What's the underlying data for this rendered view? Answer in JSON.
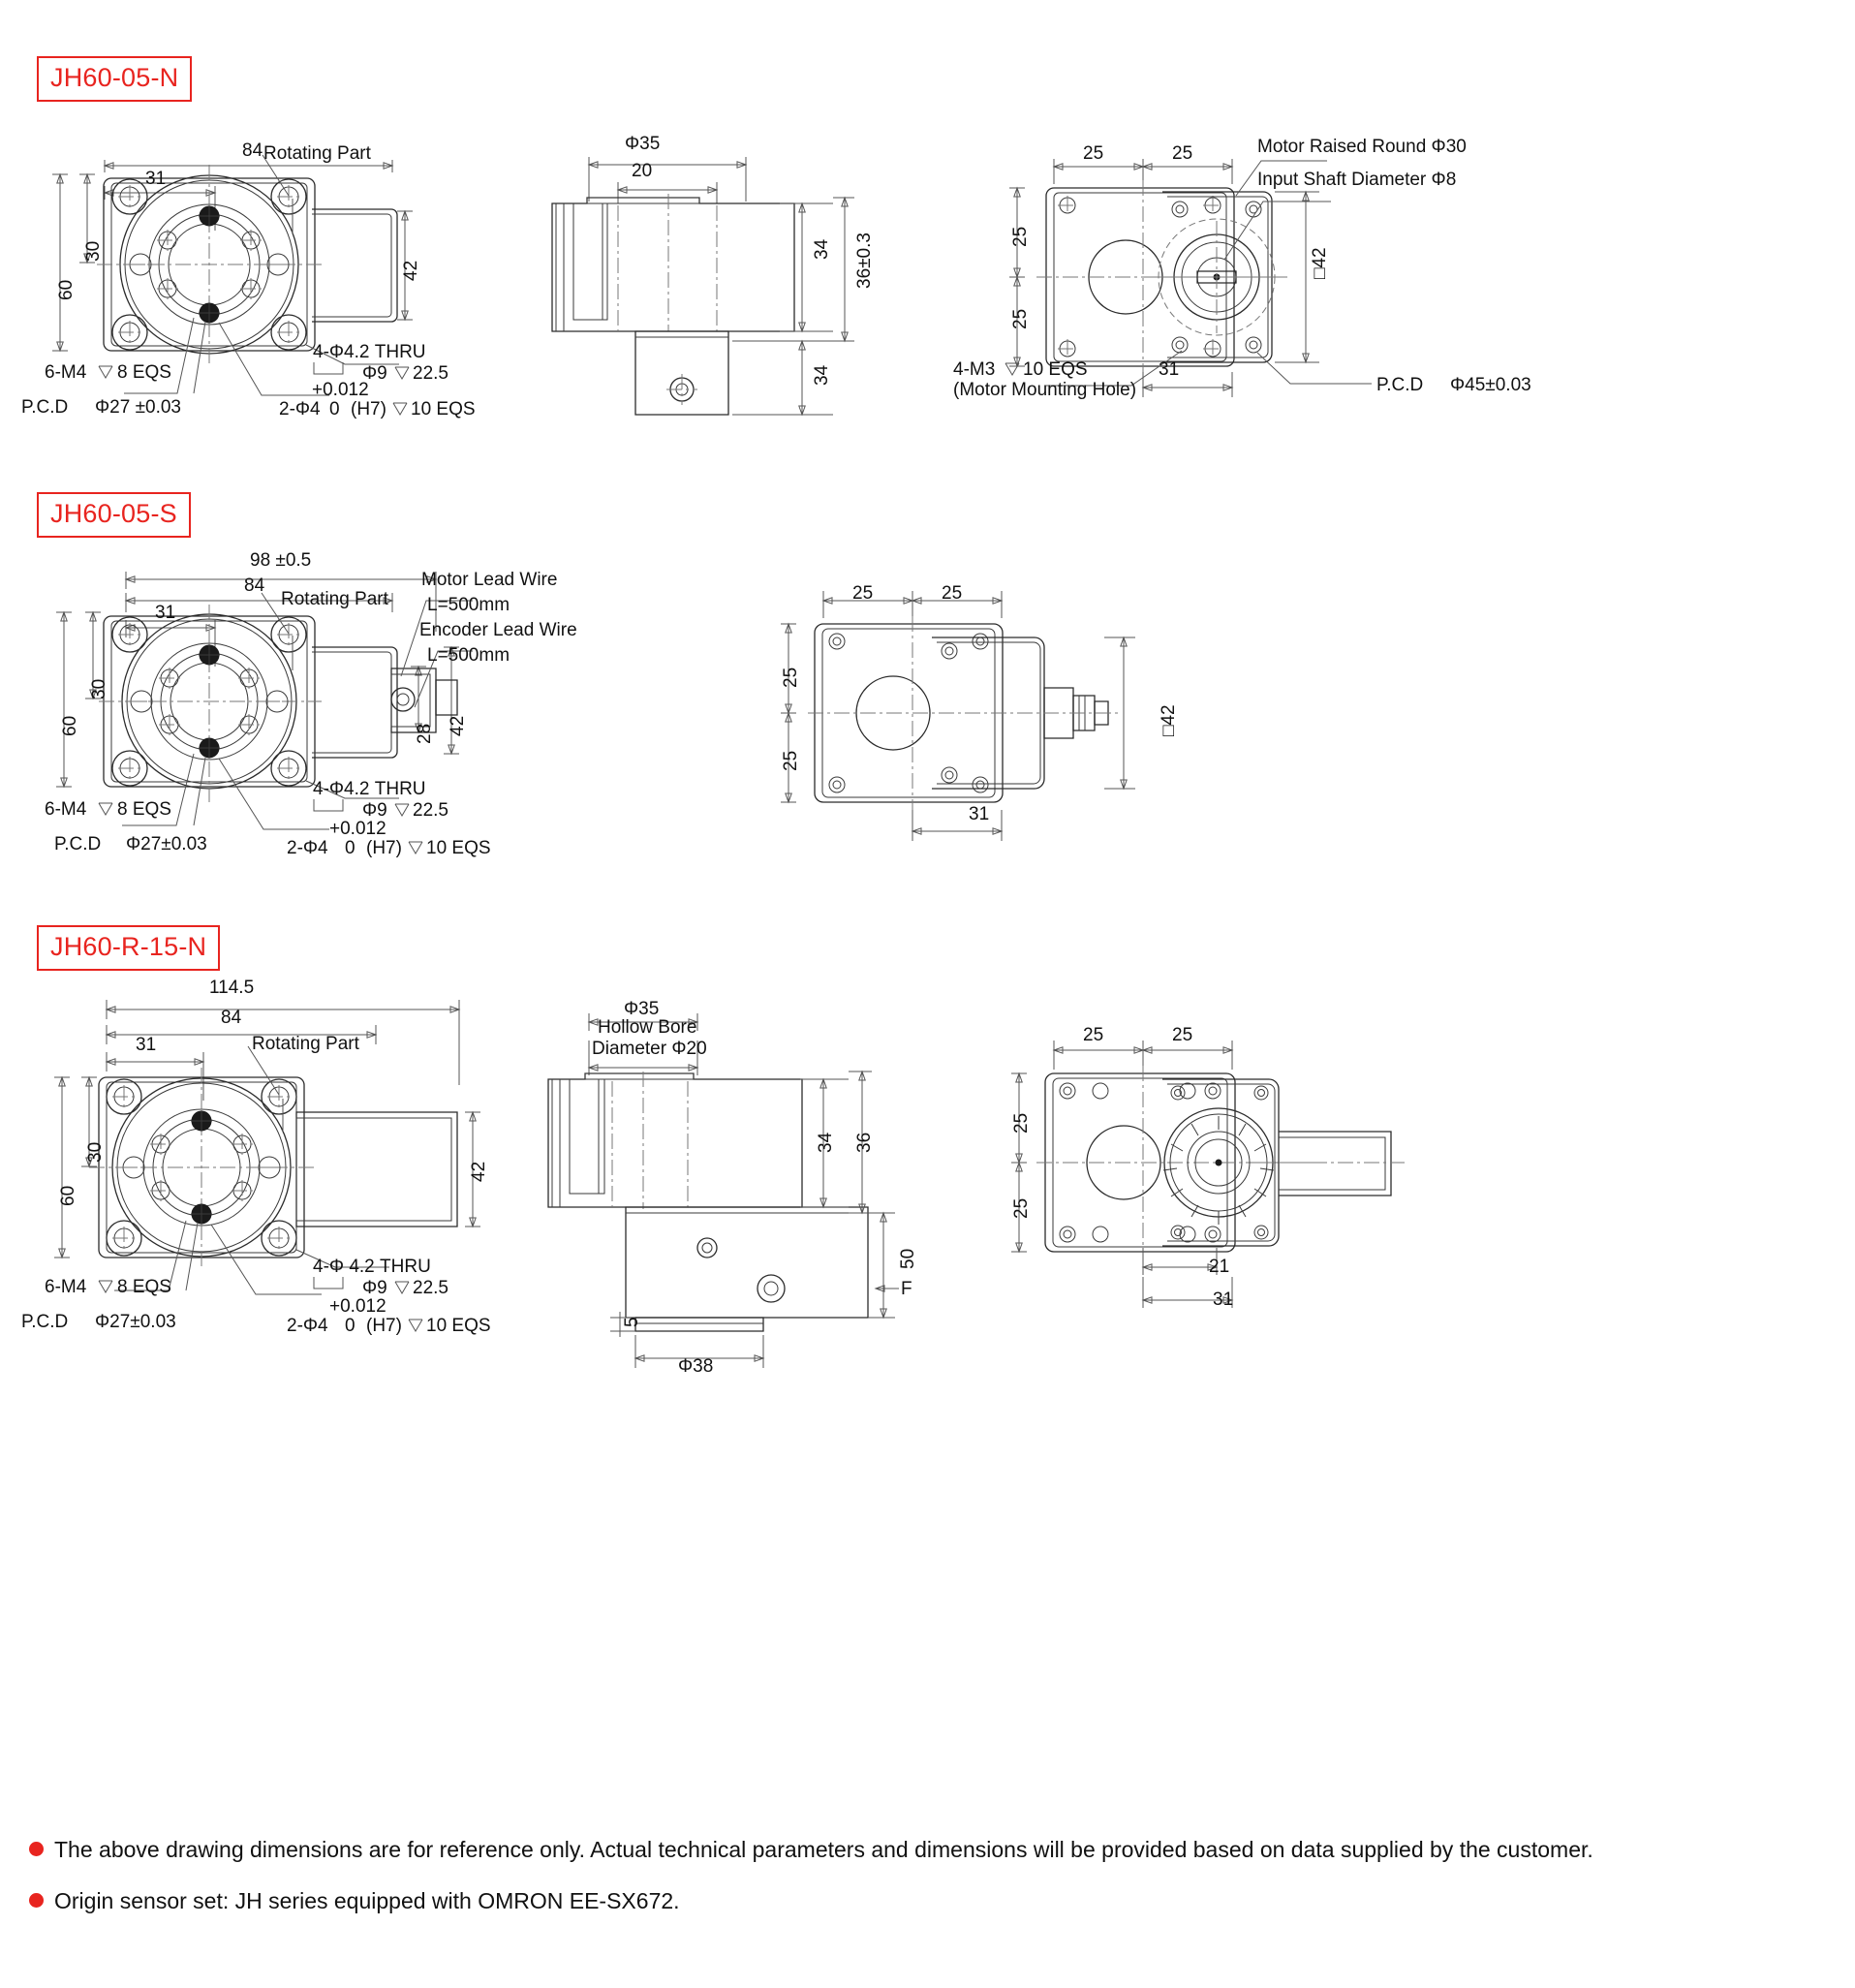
{
  "sheet": {
    "title_tags": [
      "JH60-05-N",
      "JH60-05-S",
      "JH60-R-15-N"
    ]
  },
  "sections": [
    {
      "id": "jh60-05-n",
      "tag": "JH60-05-N",
      "views": {
        "front": {
          "dims": {
            "overall_width": "84",
            "offset_width": "31",
            "half_height": "30",
            "overall_height": "60",
            "body_depth": "42"
          },
          "callouts": {
            "rotating_part": "Rotating Part",
            "thru_hole": "4-Φ4.2 THRU",
            "counterbore": "Φ9",
            "counterbore_depth": "22.5",
            "tap": "6-M4",
            "tap_depth": "8 EQS",
            "pcd_label": "P.C.D",
            "pcd_value": "Φ27 ±0.03",
            "dowel": "2-Φ4",
            "dowel_tol_upper": "+0.012",
            "dowel_tol_lower": "0",
            "dowel_fit": "(H7)",
            "dowel_depth": "10 EQS"
          }
        },
        "side": {
          "dims": {
            "boss_dia": "Φ35",
            "boss_width": "20",
            "body_height": "34",
            "total_height": "36±0.3",
            "motor_length": "34"
          }
        },
        "rear": {
          "dims": {
            "left_25": "25",
            "right_25": "25",
            "top_25": "25",
            "bottom_25": "25",
            "offset_31": "31",
            "square_42": "□42"
          },
          "callouts": {
            "motor_raised_round": "Motor Raised Round Φ30",
            "input_shaft": "Input Shaft Diameter Φ8",
            "motor_tap": "4-M3",
            "motor_tap_depth": "10 EQS",
            "motor_tap_note": "(Motor Mounting Hole)",
            "pcd_label": "P.C.D",
            "pcd_value": "Φ45±0.03"
          }
        }
      }
    },
    {
      "id": "jh60-05-s",
      "tag": "JH60-05-S",
      "views": {
        "front": {
          "dims": {
            "overall_with_motor": "98 ±0.5",
            "overall_width": "84",
            "offset_width": "31",
            "half_height": "30",
            "overall_height": "60",
            "motor_height": "28",
            "body_depth": "42"
          },
          "callouts": {
            "rotating_part": "Rotating Part",
            "motor_lead_wire": "Motor Lead Wire",
            "motor_lead_len": "L=500mm",
            "encoder_lead_wire": "Encoder Lead Wire",
            "encoder_lead_len": "L=500mm",
            "thru_hole": "4-Φ4.2 THRU",
            "counterbore": "Φ9",
            "counterbore_depth": "22.5",
            "tap": "6-M4",
            "tap_depth": "8 EQS",
            "pcd_label": "P.C.D",
            "pcd_value": "Φ27±0.03",
            "dowel": "2-Φ4",
            "dowel_tol_upper": "+0.012",
            "dowel_tol_lower": "0",
            "dowel_fit": "(H7)",
            "dowel_depth": "10 EQS"
          }
        },
        "rear": {
          "dims": {
            "left_25": "25",
            "right_25": "25",
            "top_25": "25",
            "bottom_25": "25",
            "offset_31": "31",
            "square_42": "□42"
          }
        }
      }
    },
    {
      "id": "jh60-r-15-n",
      "tag": "JH60-R-15-N",
      "views": {
        "front": {
          "dims": {
            "overall_with_motor": "114.5",
            "overall_width": "84",
            "offset_width": "31",
            "half_height": "30",
            "overall_height": "60",
            "body_depth": "42"
          },
          "callouts": {
            "rotating_part": "Rotating Part",
            "thru_hole": "4-Φ 4.2 THRU",
            "counterbore": "Φ9",
            "counterbore_depth": "22.5",
            "tap": "6-M4",
            "tap_depth": "8 EQS",
            "pcd_label": "P.C.D",
            "pcd_value": "Φ27±0.03",
            "dowel": "2-Φ4",
            "dowel_tol_upper": "+0.012",
            "dowel_tol_lower": "0",
            "dowel_fit": "(H7)",
            "dowel_depth": "10 EQS"
          }
        },
        "side": {
          "dims": {
            "boss_dia": "Φ35",
            "hollow_bore_line1": "Hollow Bore",
            "hollow_bore_line2": "Diameter Φ20",
            "body_height": "34",
            "total_height": "36",
            "motor_height": "50",
            "flange_thk": "5",
            "flange_dia": "Φ38",
            "section_mark": "F"
          }
        },
        "rear": {
          "dims": {
            "left_25": "25",
            "right_25": "25",
            "top_25": "25",
            "bottom_25": "25",
            "offset_21": "21",
            "offset_31": "31"
          }
        }
      }
    }
  ],
  "notes": [
    "The above drawing dimensions are for reference only. Actual technical parameters and dimensions will be provided based on data supplied by the customer.",
    "Origin sensor set: JH series equipped with OMRON EE-SX672."
  ],
  "colors": {
    "tag_red": "#e8241f",
    "line_dark": "#2b2b2b",
    "line_dim": "#555555"
  }
}
